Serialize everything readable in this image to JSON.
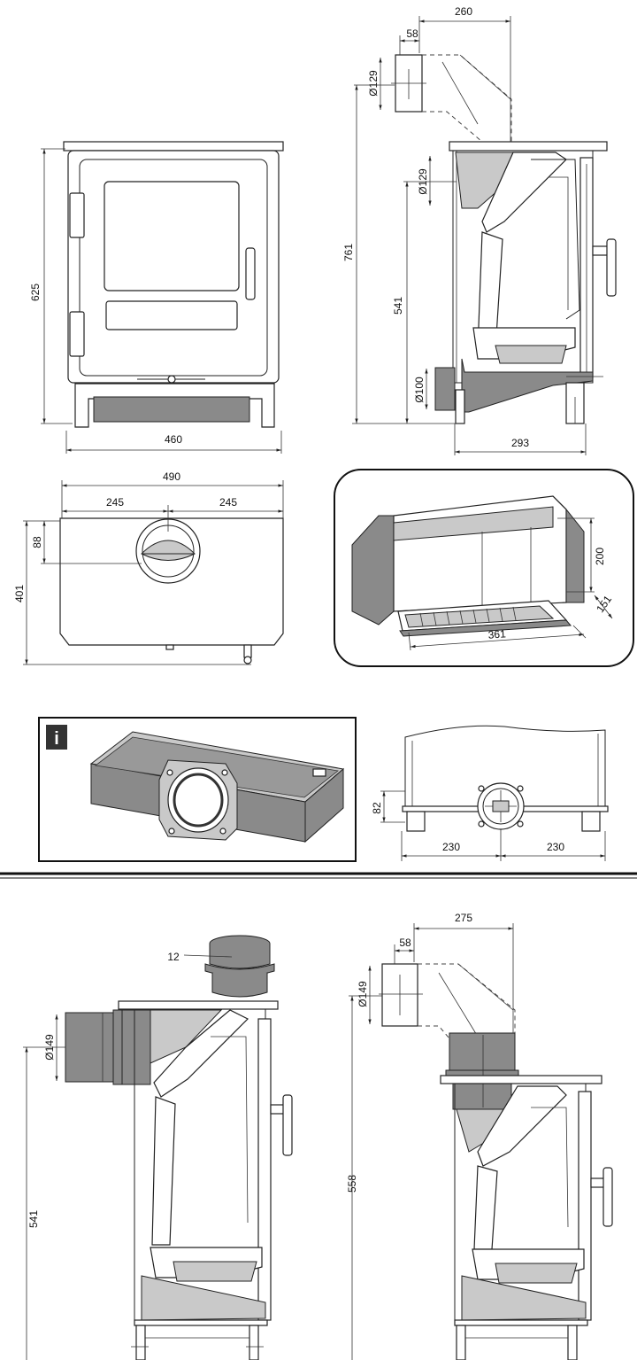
{
  "front_view": {
    "height": "625",
    "width": "460"
  },
  "side_view": {
    "total_width": "260",
    "offset": "58",
    "pipe_dia_top": "Ø129",
    "total_height": "761",
    "pipe_dia_mid": "Ø129",
    "outlet_height": "541",
    "air_inlet": "Ø100",
    "depth": "293"
  },
  "top_view": {
    "width": "490",
    "half_left": "245",
    "half_right": "245",
    "flue_offset": "88",
    "depth": "401"
  },
  "firebox_view": {
    "height": "200",
    "depth": "151",
    "width": "361"
  },
  "info_box": {
    "badge": "i"
  },
  "rear_view": {
    "height": "82",
    "left": "230",
    "right": "230"
  },
  "collar_view": {
    "part_number": "12"
  },
  "rear_outlet_view": {
    "pipe_dia": "Ø149",
    "height": "541"
  },
  "top_outlet_view": {
    "total_width": "275",
    "offset": "58",
    "pipe_dia": "Ø149",
    "height": "558"
  }
}
